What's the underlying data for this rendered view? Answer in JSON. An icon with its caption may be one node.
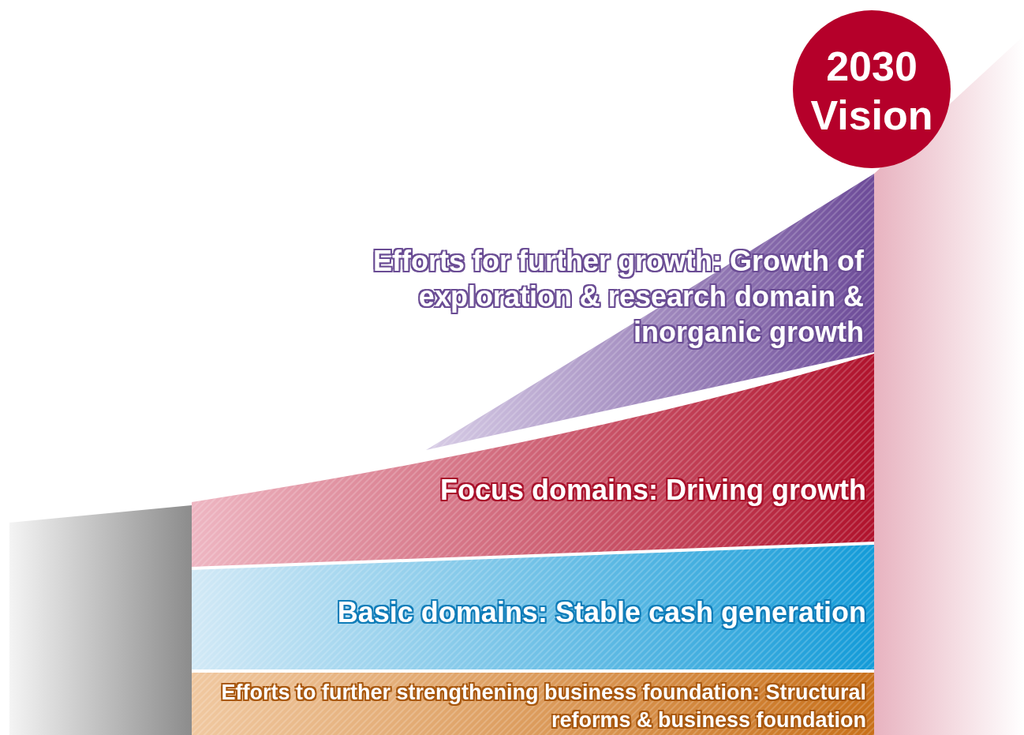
{
  "diagram": {
    "nodes": [
      {
        "text": [
          "2030 Vision"
        ]
      },
      {
        "text": [
          "Efforts for further growth: Growth of exploration & research domain & inorganic growth"
        ]
      },
      {
        "text": [
          "Focus domains: Driving growth"
        ]
      },
      {
        "text": [
          "Basic domains: Stable cash generation"
        ]
      },
      {
        "text": [
          "Efforts to further strengthening business foundation: Structural reforms & business foundation"
        ]
      }
    ]
  }
}
